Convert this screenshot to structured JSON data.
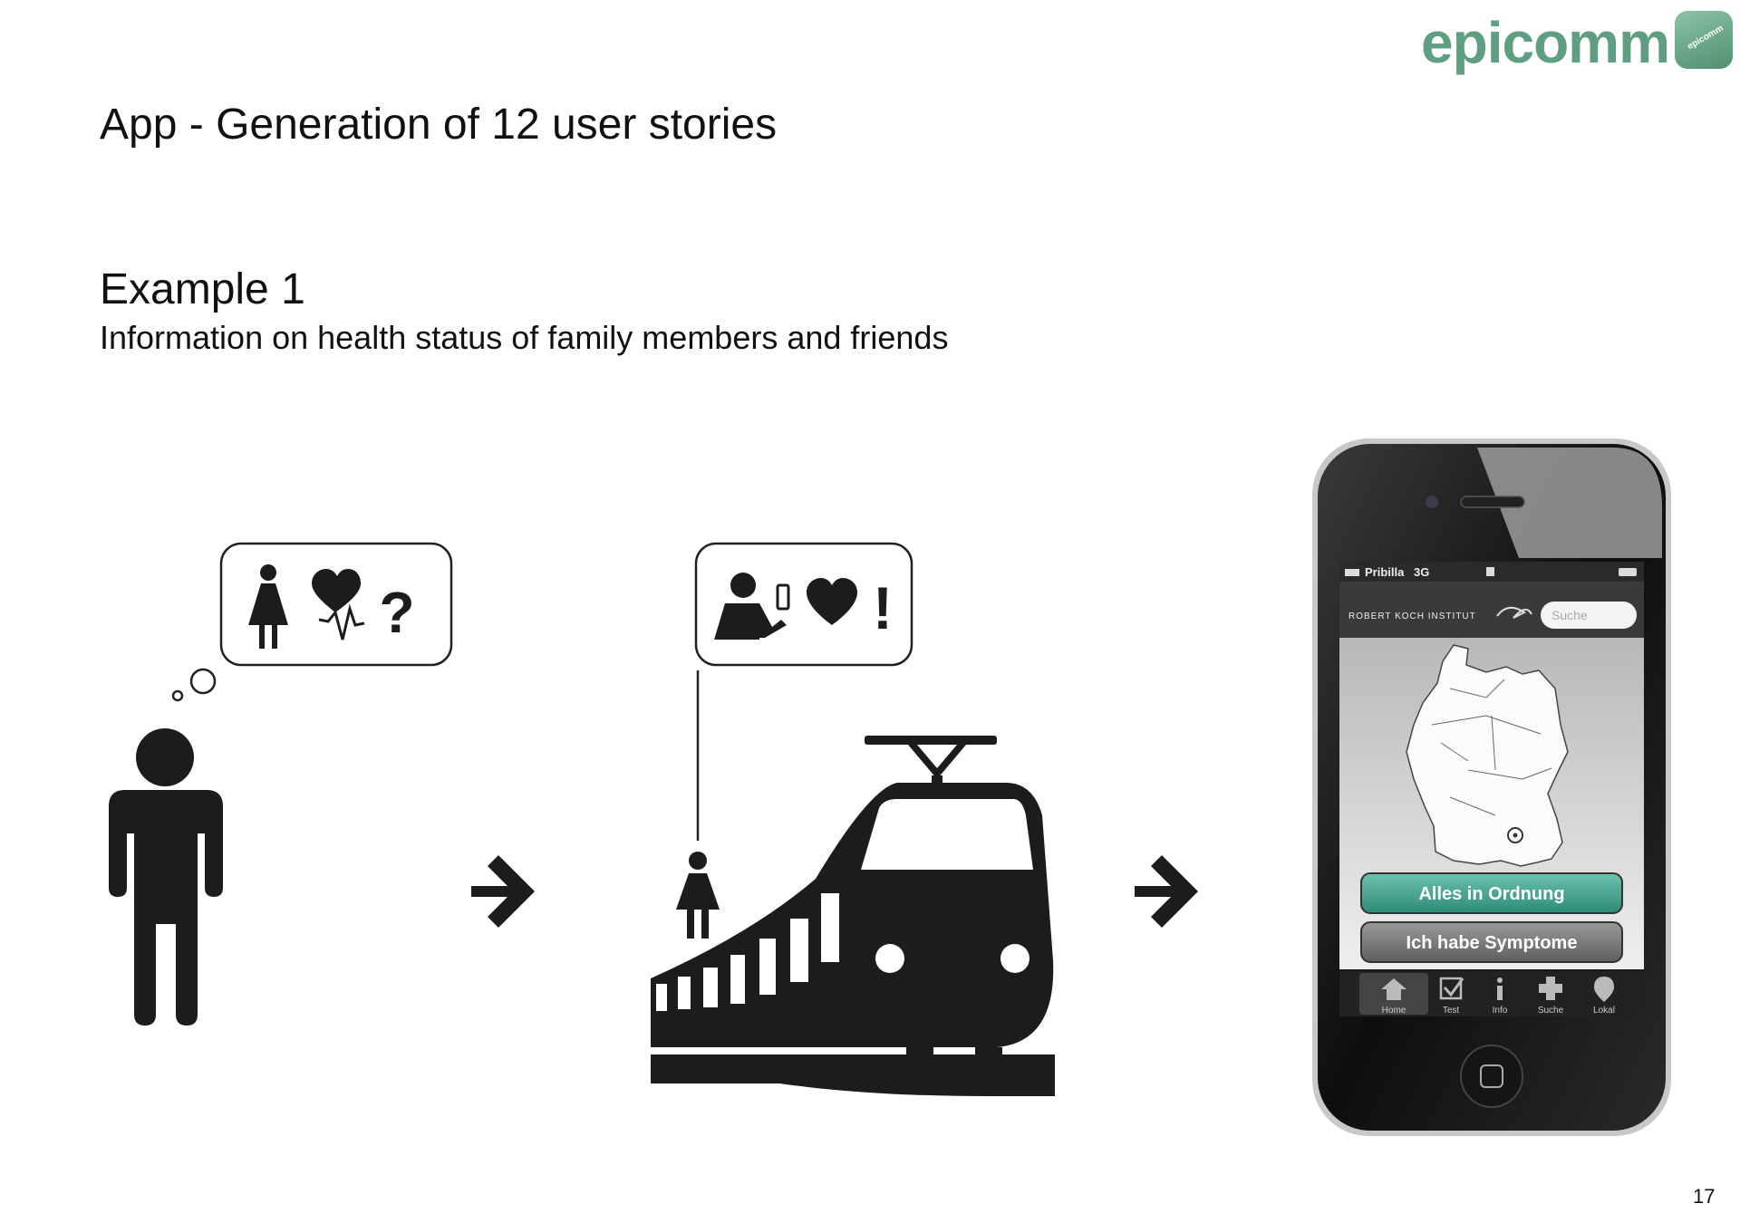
{
  "brand": {
    "logo_text": "epicomm",
    "badge_text": "epicomm",
    "color": "#5f9e80"
  },
  "slide": {
    "title": "App - Generation of 12 user stories",
    "example_title": "Example 1",
    "example_subtitle": "Information on health status of family members and friends",
    "page_number": "17"
  },
  "icons": {
    "thinking_person": "person-icon",
    "thought_bubble": [
      "woman-icon",
      "heart-pulse-icon",
      "question-icon"
    ],
    "speech_bubble": [
      "person-phone-icon",
      "heart-icon",
      "exclamation-icon"
    ],
    "train": "train-icon",
    "arrows": [
      "arrow-right-icon",
      "arrow-right-icon"
    ]
  },
  "phone": {
    "status": {
      "carrier": "Pribilla",
      "network": "3G"
    },
    "header": {
      "institute": "ROBERT KOCH INSTITUT",
      "search_placeholder": "Suche"
    },
    "buttons": {
      "ok": "Alles in Ordnung",
      "symptoms": "Ich habe Symptome"
    },
    "tabs": [
      "Home",
      "Test",
      "Info",
      "Suche",
      "Lokal"
    ],
    "accent": "#3f9a86"
  }
}
